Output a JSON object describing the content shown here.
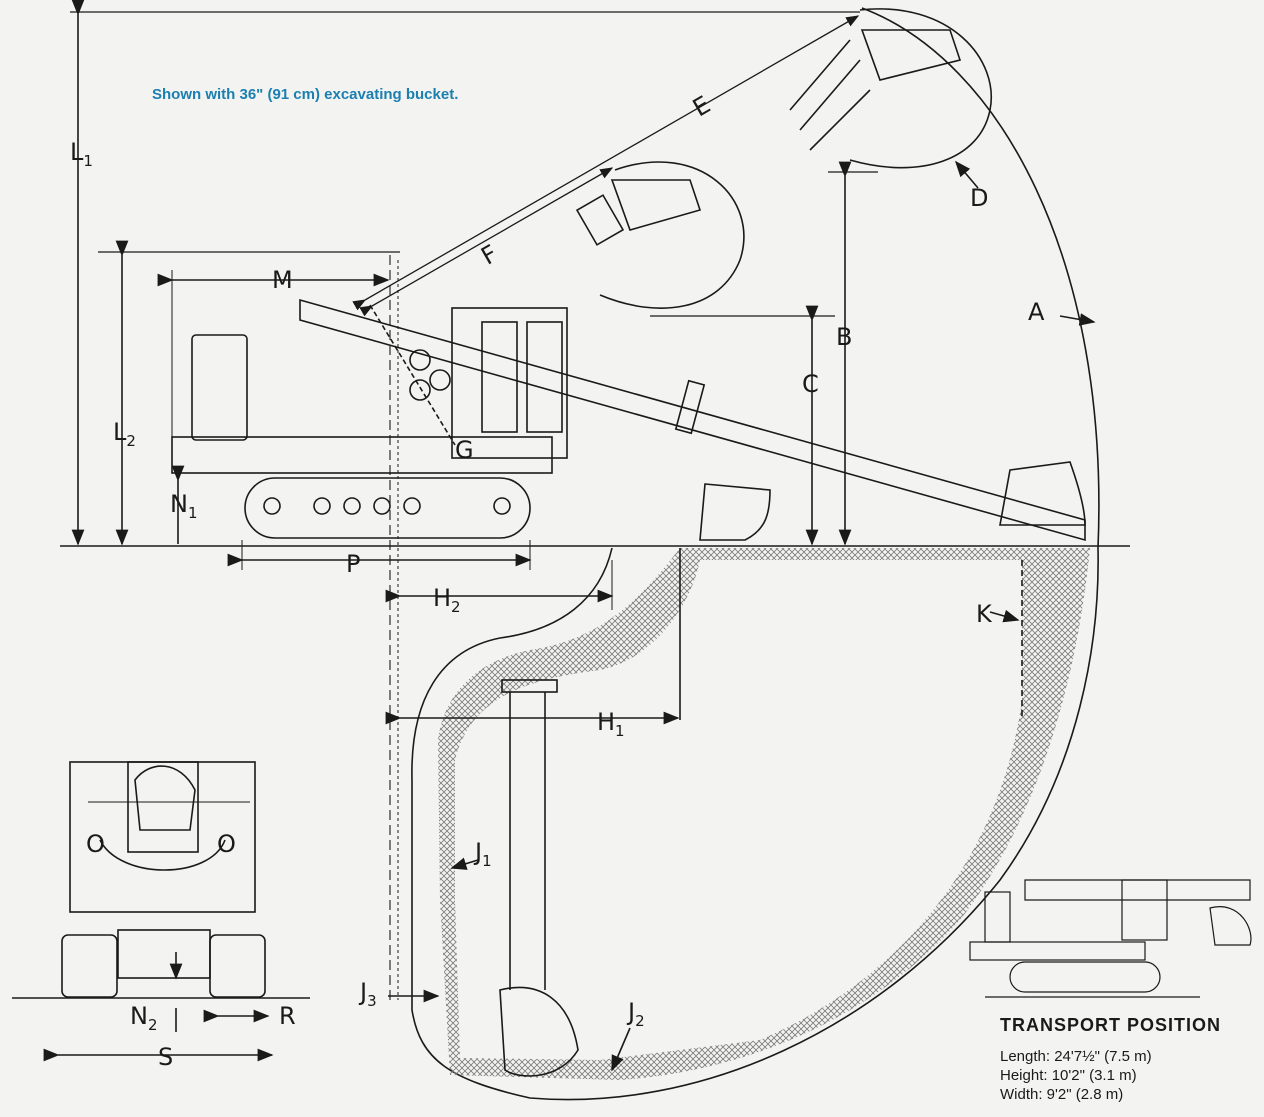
{
  "caption": "Shown with 36\" (91 cm) excavating bucket.",
  "labels": {
    "A": "A",
    "B": "B",
    "C": "C",
    "D": "D",
    "E": "E",
    "F": "F",
    "G": "G",
    "H": "H",
    "H1_sub": "1",
    "H2_sub": "2",
    "J": "J",
    "J1_sub": "1",
    "J2_sub": "2",
    "J3_sub": "3",
    "K": "K",
    "L": "L",
    "L1_sub": "1",
    "L2_sub": "2",
    "M": "M",
    "N": "N",
    "N1_sub": "1",
    "N2_sub": "2",
    "O": "O",
    "P": "P",
    "R": "R",
    "S": "S"
  },
  "transport": {
    "title": "TRANSPORT POSITION",
    "length": "Length: 24'7½\" (7.5 m)",
    "height": "Height: 10'2\" (3.1 m)",
    "width": "Width: 9'2\" (2.8 m)"
  },
  "colors": {
    "ink": "#1a1a1a",
    "caption": "#1b7fb0",
    "hatch": "#7a7a7a",
    "paper": "#f3f3f1"
  }
}
